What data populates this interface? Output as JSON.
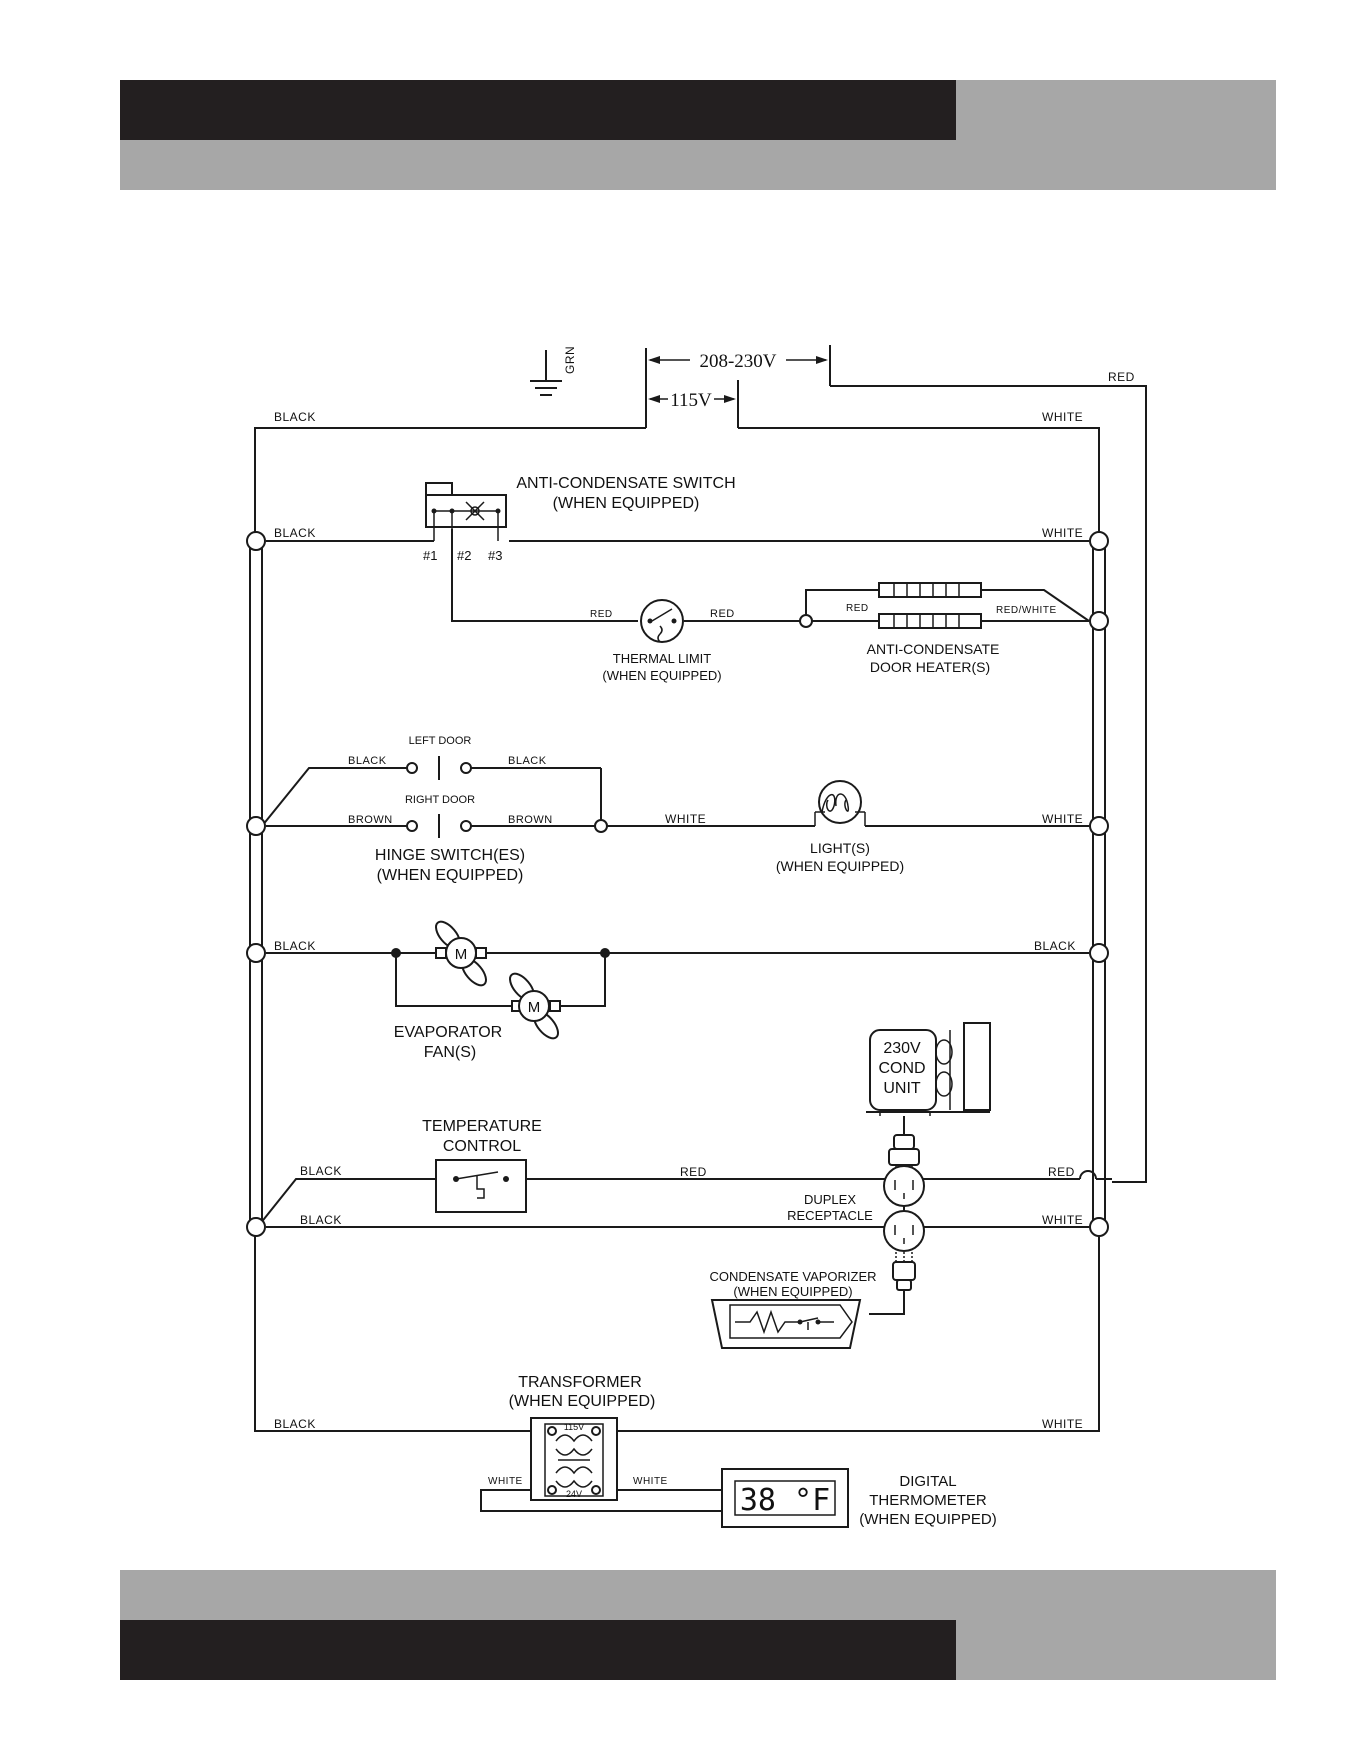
{
  "colors": {
    "header_dark": "#231f20",
    "header_gray": "#a7a7a7",
    "line": "#1a1a1a"
  },
  "supply": {
    "ground": "GRN",
    "high_voltage": "208-230V",
    "low_voltage": "115V"
  },
  "wires": {
    "black": "BLACK",
    "white": "WHITE",
    "red": "RED",
    "brown": "BROWN",
    "red_white": "RED/WHITE"
  },
  "components": {
    "anti_condensate_switch": {
      "title": "ANTI-CONDENSATE SWITCH",
      "note": "(WHEN EQUIPPED)",
      "terminals": [
        "#1",
        "#2",
        "#3"
      ]
    },
    "thermal_limit": {
      "title": "THERMAL LIMIT",
      "note": "(WHEN EQUIPPED)"
    },
    "door_heater": {
      "title": "ANTI-CONDENSATE",
      "subtitle": "DOOR HEATER(S)"
    },
    "left_door": "LEFT DOOR",
    "right_door": "RIGHT DOOR",
    "hinge_switch": {
      "title": "HINGE SWITCH(ES)",
      "note": "(WHEN EQUIPPED)"
    },
    "light": {
      "title": "LIGHT(S)",
      "note": "(WHEN EQUIPPED)"
    },
    "evaporator_fan": {
      "title": "EVAPORATOR",
      "subtitle": "FAN(S)",
      "motor": "M"
    },
    "cond_unit": {
      "line1": "230V",
      "line2": "COND",
      "line3": "UNIT"
    },
    "temperature_control": {
      "title": "TEMPERATURE",
      "subtitle": "CONTROL"
    },
    "duplex_receptacle": {
      "title": "DUPLEX",
      "subtitle": "RECEPTACLE"
    },
    "condensate_vaporizer": {
      "title": "CONDENSATE VAPORIZER",
      "note": "(WHEN EQUIPPED)"
    },
    "transformer": {
      "title": "TRANSFORMER",
      "note": "(WHEN EQUIPPED)",
      "primary": "115V",
      "secondary": "24V"
    },
    "digital_thermometer": {
      "title": "DIGITAL",
      "subtitle": "THERMOMETER",
      "note": "(WHEN EQUIPPED)",
      "reading": "38 °F"
    }
  }
}
